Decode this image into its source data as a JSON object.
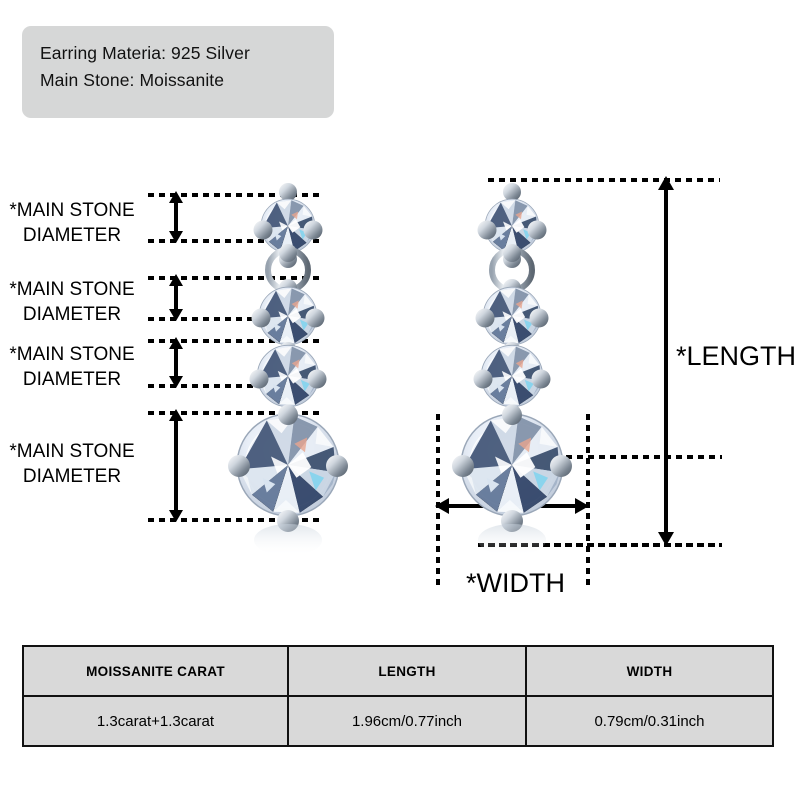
{
  "info_box": {
    "line1": "Earring Materia: 925 Silver",
    "line2": "Main Stone: Moissanite"
  },
  "measurements": {
    "diameter_label_line1": "*MAIN STONE",
    "diameter_label_line2": "DIAMETER",
    "length_label": "*LENGTH",
    "width_label": "*WIDTH",
    "diameter_callouts": [
      {
        "id": "stone-1",
        "line1": "*MAIN STONE",
        "line2": "DIAMETER"
      },
      {
        "id": "stone-2",
        "line1": "*MAIN STONE",
        "line2": "DIAMETER"
      },
      {
        "id": "stone-3",
        "line1": "*MAIN STONE",
        "line2": "DIAMETER"
      },
      {
        "id": "stone-4",
        "line1": "*MAIN STONE",
        "line2": "DIAMETER"
      }
    ]
  },
  "spec_table": {
    "headers": [
      "MOISSANITE CARAT",
      "LENGTH",
      "WIDTH"
    ],
    "rows": [
      [
        "1.3carat+1.3carat",
        "1.96cm/0.77inch",
        "0.79cm/0.31inch"
      ]
    ]
  },
  "colors": {
    "page_background": "#ffffff",
    "info_box_background": "#d6d7d7",
    "table_background": "#d9d9d9",
    "line_color": "#000000",
    "metal_silver": "#c9ced6",
    "stone_light": "#f2f6fb",
    "stone_dark": "#2d3c55"
  },
  "product": {
    "type": "drop-earrings",
    "stone_count_per_earring": 4
  }
}
